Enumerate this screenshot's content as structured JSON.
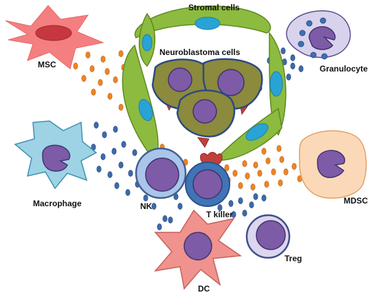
{
  "labels": {
    "stromal": "Stromal cells",
    "neuroblastoma": "Neuroblastoma cells",
    "msc": "MSC",
    "granulocyte": "Granulocyte",
    "macrophage": "Macrophage",
    "mdsc": "MDSC",
    "nk": "NK",
    "t_killer": "T killer",
    "treg": "Treg",
    "dc": "DC"
  },
  "colors": {
    "stromal_fill": "#8cbb3f",
    "stromal_stroke": "#5e8a23",
    "stromal_nucleus": "#29a3d6",
    "tumor_fill": "#8c8a3c",
    "tumor_stroke": "#2c4a80",
    "nucleus": "#7d5ba6",
    "nucleus_stroke": "#3e3370",
    "msc_fill": "#f47f80",
    "msc_nucleus": "#c6373f",
    "granulocyte_fill": "#d9d2ec",
    "granulocyte_stroke": "#5a4d8c",
    "granule": "#3f6fb4",
    "macrophage_fill": "#9dd3e4",
    "macrophage_stroke": "#3e8fb2",
    "mdsc_fill": "#fbd9b8",
    "mdsc_stroke": "#e1a067",
    "nk_fill": "#a9c5ea",
    "nk_stroke": "#44608f",
    "tkiller_fill": "#3f74b6",
    "treg_fill": "#dcd6ee",
    "dc_fill": "#f0928d",
    "dc_stroke": "#c6615c",
    "receptor": "#c1403b",
    "dot_orange": "#ee8423",
    "dot_blue": "#3d6aaa"
  }
}
